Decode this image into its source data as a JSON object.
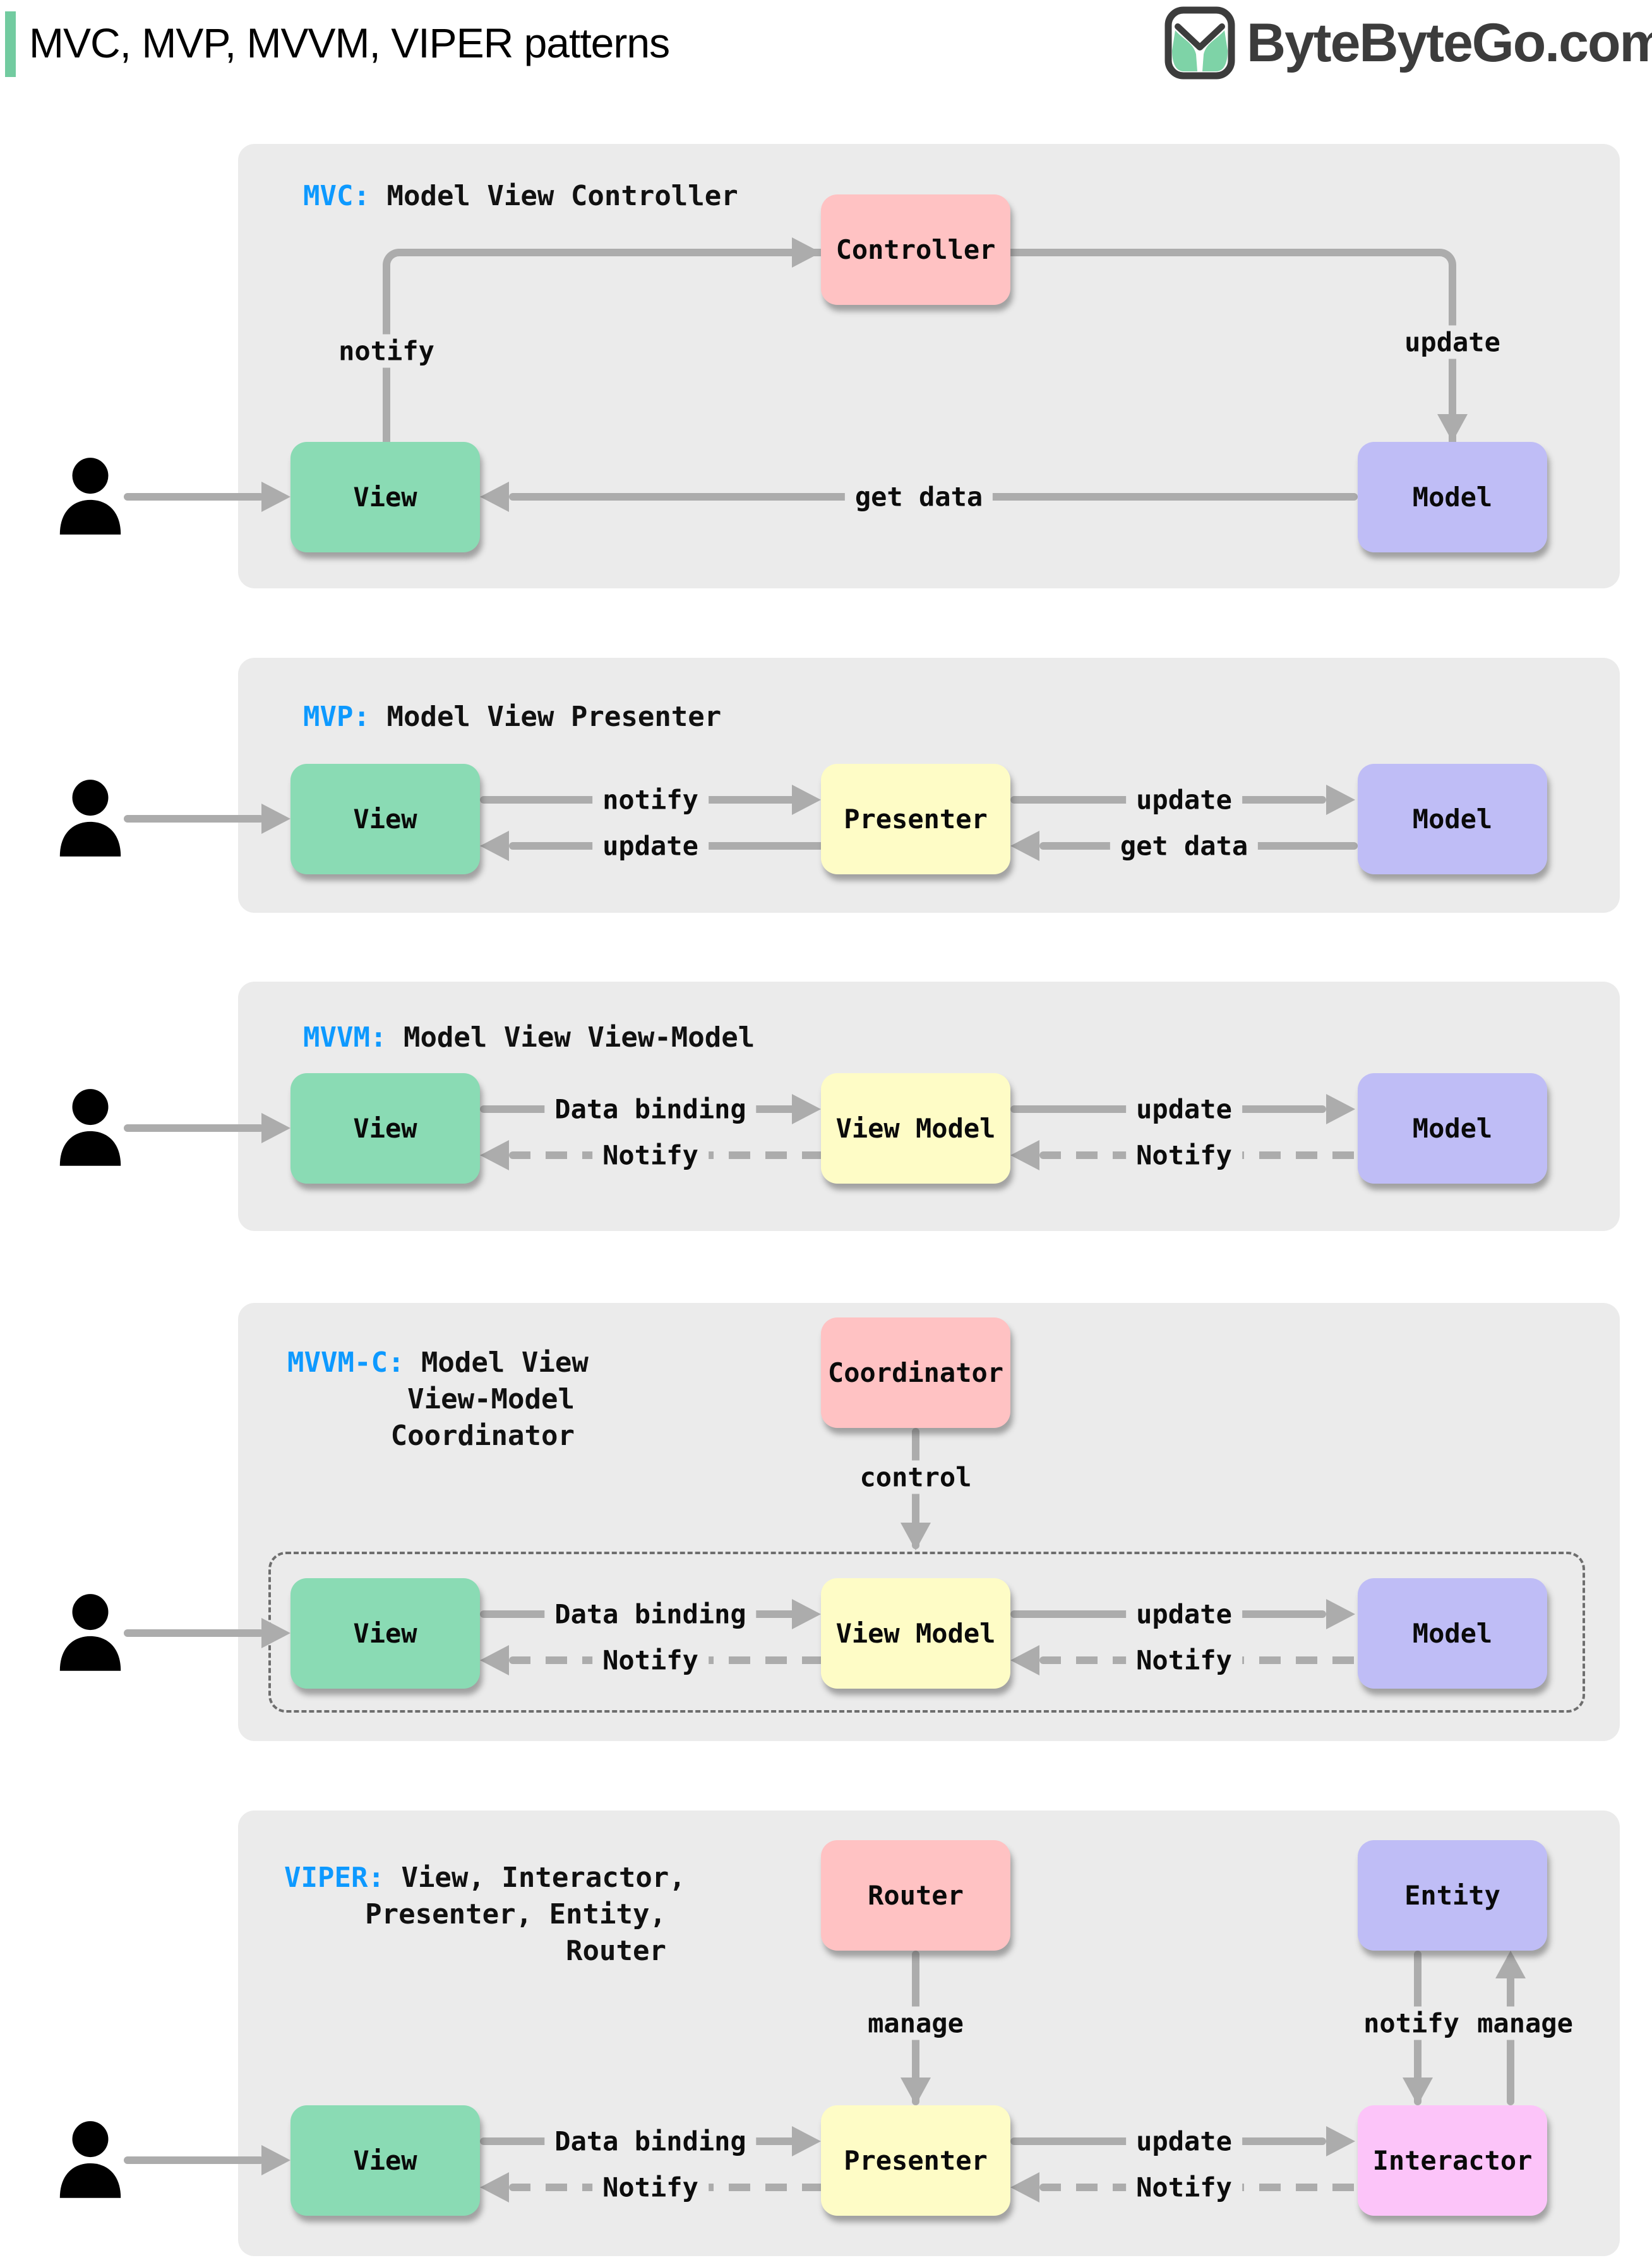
{
  "header": {
    "title": "MVC, MVP, MVVM, VIPER patterns",
    "brand": "ByteByteGo.com"
  },
  "colors": {
    "accent_green": "#72CBA0",
    "keyword_blue": "#0D99FF",
    "panel_gray": "#EBEBEB",
    "arrow_gray": "#ACACAC",
    "box_green": "#8ADBB4",
    "box_pink": "#FFC2C3",
    "box_purple": "#BFBDF6",
    "box_yellow": "#FEFCC6",
    "box_magenta": "#FCC4F9",
    "brand_dark": "#3C3C3C"
  },
  "mvc": {
    "keyword": "MVC:",
    "name": "Model View Controller",
    "controller": "Controller",
    "view": "View",
    "model": "Model",
    "notify": "notify",
    "update": "update",
    "get_data": "get data"
  },
  "mvp": {
    "keyword": "MVP:",
    "name": "Model View Presenter",
    "view": "View",
    "presenter": "Presenter",
    "model": "Model",
    "notify": "notify",
    "update_to_view": "update",
    "update_to_model": "update",
    "get_data": "get data"
  },
  "mvvm": {
    "keyword": "MVVM:",
    "name": "Model View View-Model",
    "view": "View",
    "view_model": "View Model",
    "model": "Model",
    "data_binding": "Data binding",
    "notify_to_view": "Notify",
    "update": "update",
    "notify_to_view_model": "Notify"
  },
  "mvvm_c": {
    "keyword": "MVVM-C:",
    "name_rest": "Model View",
    "name_line2": "View-Model",
    "name_line3": "Coordinator",
    "coordinator": "Coordinator",
    "control": "control",
    "view": "View",
    "view_model": "View Model",
    "model": "Model",
    "data_binding": "Data binding",
    "notify_to_view": "Notify",
    "update": "update",
    "notify_to_view_model": "Notify"
  },
  "viper": {
    "keyword": "VIPER:",
    "name_line1": "View, Interactor,",
    "name_line2": "Presenter, Entity,",
    "name_line3": "Router",
    "router": "Router",
    "entity": "Entity",
    "view": "View",
    "presenter": "Presenter",
    "interactor": "Interactor",
    "manage_router": "manage",
    "notify_entity": "notify",
    "manage_entity": "manage",
    "data_binding": "Data binding",
    "notify_to_view": "Notify",
    "update": "update",
    "notify_to_presenter": "Notify"
  }
}
